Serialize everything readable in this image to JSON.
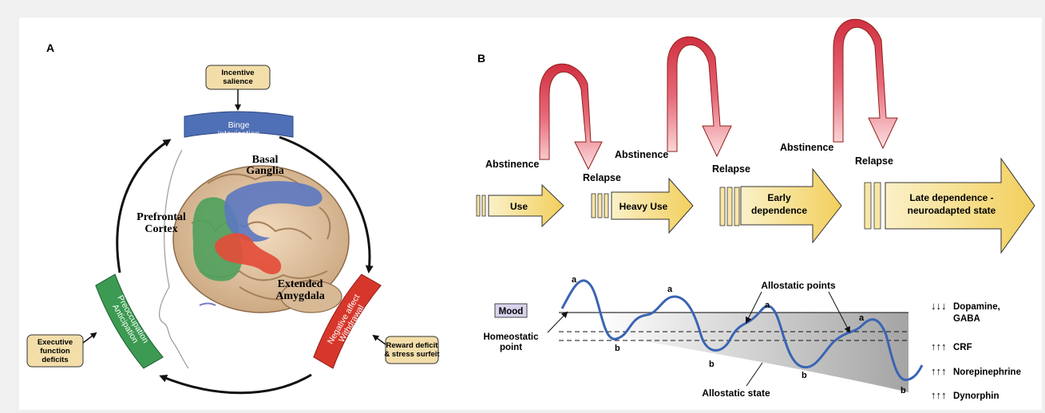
{
  "panel_a": {
    "label": "A",
    "incentive": "Incentive\nsalience",
    "binge": "Binge\nintoxication",
    "negative": "Negative affect\nWithdrawal",
    "preoccupation": "Preoccupation\nAnticipation",
    "executive": "Executive\nfunction\ndeficits",
    "reward": "Reward deficit\n& stress surfeit",
    "basal": "Basal\nGanglia",
    "prefrontal": "Prefrontal\nCortex",
    "amygdala": "Extended\nAmygdala",
    "colors": {
      "binge": "#4f6fb6",
      "negative": "#d7372b",
      "preoccupation": "#3c9a52",
      "callout": "#f3deaa"
    }
  },
  "panel_b": {
    "label": "B",
    "abstinence": "Abstinence",
    "relapse": "Relapse",
    "stages": [
      "Use",
      "Heavy Use",
      "Early\ndependence",
      "Late dependence -\nneuroadapted state"
    ],
    "mood": "Mood",
    "homeostatic": "Homeostatic\npoint",
    "allostatic_points": "Allostatic points",
    "allostatic_state": "Allostatic state",
    "a": "a",
    "b": "b",
    "neuro": [
      {
        "arrows": "↓↓↓",
        "label": "Dopamine,\nGABA"
      },
      {
        "arrows": "↑↑↑",
        "label": "CRF"
      },
      {
        "arrows": "↑↑↑",
        "label": "Norepinephrine"
      },
      {
        "arrows": "↑↑↑",
        "label": "Dynorphin"
      }
    ]
  }
}
